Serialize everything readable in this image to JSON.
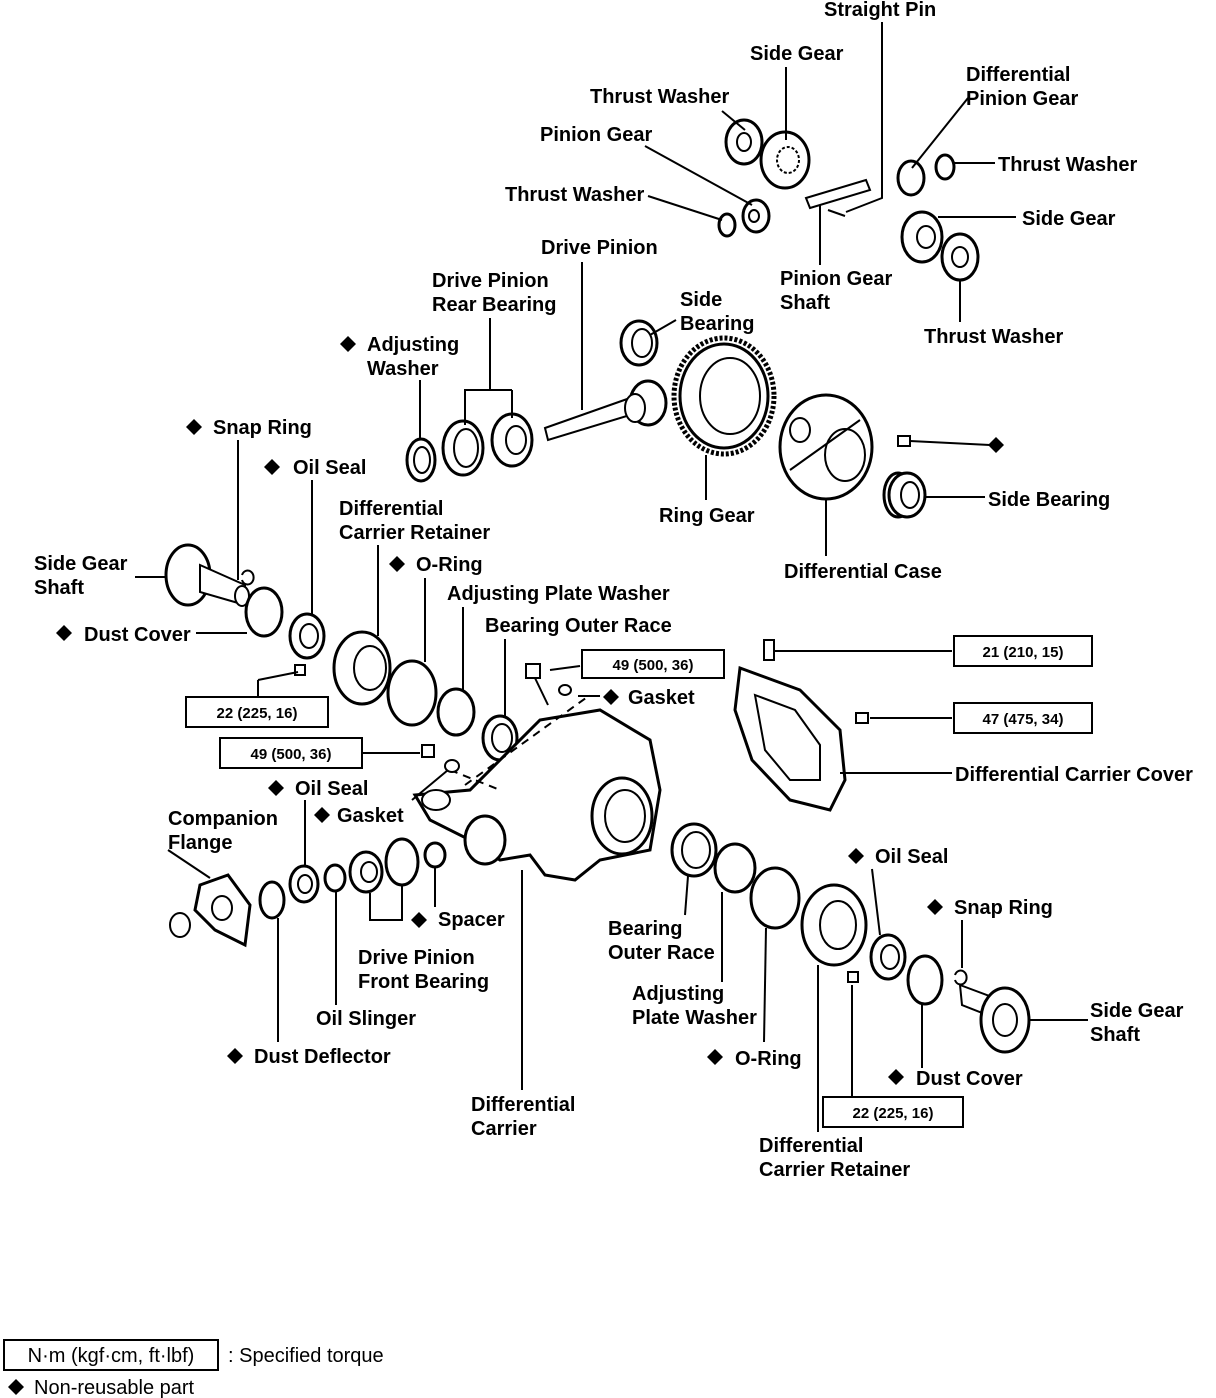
{
  "labels": {
    "straight_pin": "Straight Pin",
    "side_gear_top": "Side Gear",
    "thrust_washer_top": "Thrust Washer",
    "pinion_gear": "Pinion Gear",
    "thrust_washer_left": "Thrust Washer",
    "drive_pinion": "Drive Pinion",
    "drive_pinion_rear_bearing": [
      "Drive Pinion",
      "Rear Bearing"
    ],
    "differential_pinion_gear": [
      "Differential",
      "Pinion Gear"
    ],
    "thrust_washer_right": "Thrust Washer",
    "side_gear_right": "Side Gear",
    "pinion_gear_shaft": [
      "Pinion Gear",
      "Shaft"
    ],
    "thrust_washer_right_low": "Thrust Washer",
    "side_bearing_top": [
      "Side",
      "Bearing"
    ],
    "adjusting_washer": [
      "Adjusting",
      "Washer"
    ],
    "snap_ring_left": "Snap Ring",
    "oil_seal_upper_left": "Oil Seal",
    "differential_carrier_retainer_left": [
      "Differential",
      "Carrier Retainer"
    ],
    "ring_gear": "Ring Gear",
    "side_bearing_right": "Side Bearing",
    "differential_case": "Differential Case",
    "side_gear_shaft_left": [
      "Side Gear",
      "Shaft"
    ],
    "o_ring_left": "O-Ring",
    "adjusting_plate_washer_left": "Adjusting Plate Washer",
    "bearing_outer_race_left": "Bearing Outer Race",
    "dust_cover_left": "Dust Cover",
    "gasket_upper": "Gasket",
    "differential_carrier_cover": "Differential Carrier Cover",
    "oil_seal_lower_left": "Oil Seal",
    "gasket_lower": "Gasket",
    "companion_flange": [
      "Companion",
      "Flange"
    ],
    "oil_seal_right": "Oil Seal",
    "snap_ring_right": "Snap Ring",
    "spacer": "Spacer",
    "drive_pinion_front_bearing": [
      "Drive Pinion",
      "Front Bearing"
    ],
    "bearing_outer_race_right": [
      "Bearing",
      "Outer Race"
    ],
    "oil_slinger": "Oil Slinger",
    "adjusting_plate_washer_right": [
      "Adjusting",
      "Plate Washer"
    ],
    "side_gear_shaft_right": [
      "Side Gear",
      "Shaft"
    ],
    "dust_deflector": "Dust Deflector",
    "o_ring_right": "O-Ring",
    "dust_cover_right": "Dust Cover",
    "differential_carrier": [
      "Differential",
      "Carrier"
    ],
    "differential_carrier_retainer_right": [
      "Differential",
      "Carrier Retainer"
    ]
  },
  "torques": {
    "retainer_bolt_left": "22 (225, 16)",
    "companion_bolt_upper": "49 (500, 36)",
    "companion_bolt_lower": "49 (500, 36)",
    "cover_breather": "21 (210, 15)",
    "cover_bolt": "47 (475, 34)",
    "retainer_bolt_right": "22 (225, 16)"
  },
  "legend": {
    "torque_box": "N·m (kgf·cm, ft·lbf)",
    "torque_text": ":  Specified torque",
    "non_reusable_text": "Non-reusable part"
  }
}
